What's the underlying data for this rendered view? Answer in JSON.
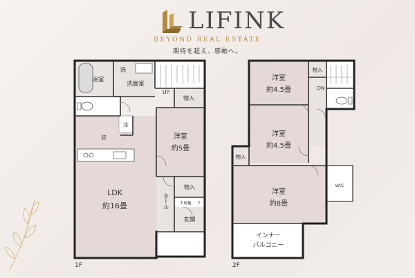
{
  "brand": {
    "name": "LIFINK",
    "tagline": "BEYOND REAL ESTATE",
    "subtitle": "期待を超え、感動へ。",
    "colors": {
      "gold": "#b08a3e",
      "text": "#4a4a4a"
    }
  },
  "floor1": {
    "label": "1F",
    "rooms": {
      "bath": "浴室",
      "sink": "洗",
      "washroom": "洗面室",
      "up": "UP",
      "storage_stair": "物入",
      "fridge": "冷",
      "storage_kitchen": "収",
      "western_room": "洋室",
      "western_size": "約5畳",
      "storage_hall": "物入",
      "ldk": "LDK",
      "ldk_size": "約16畳",
      "shoe_box": "下足箱",
      "shoe_box_mark": "T",
      "hall": "ホール",
      "entrance": "玄関"
    }
  },
  "floor2": {
    "label": "2F",
    "rooms": {
      "room1": "洋室",
      "room1_size": "約4.5畳",
      "storage_top": "物入",
      "dn": "DN",
      "room2": "洋室",
      "room2_size": "約4.5畳",
      "storage_left": "物入",
      "room3": "洋室",
      "room3_size": "約8畳",
      "wic": "WIC",
      "balcony_line1": "インナー",
      "balcony_line2": "バルコニー"
    }
  }
}
